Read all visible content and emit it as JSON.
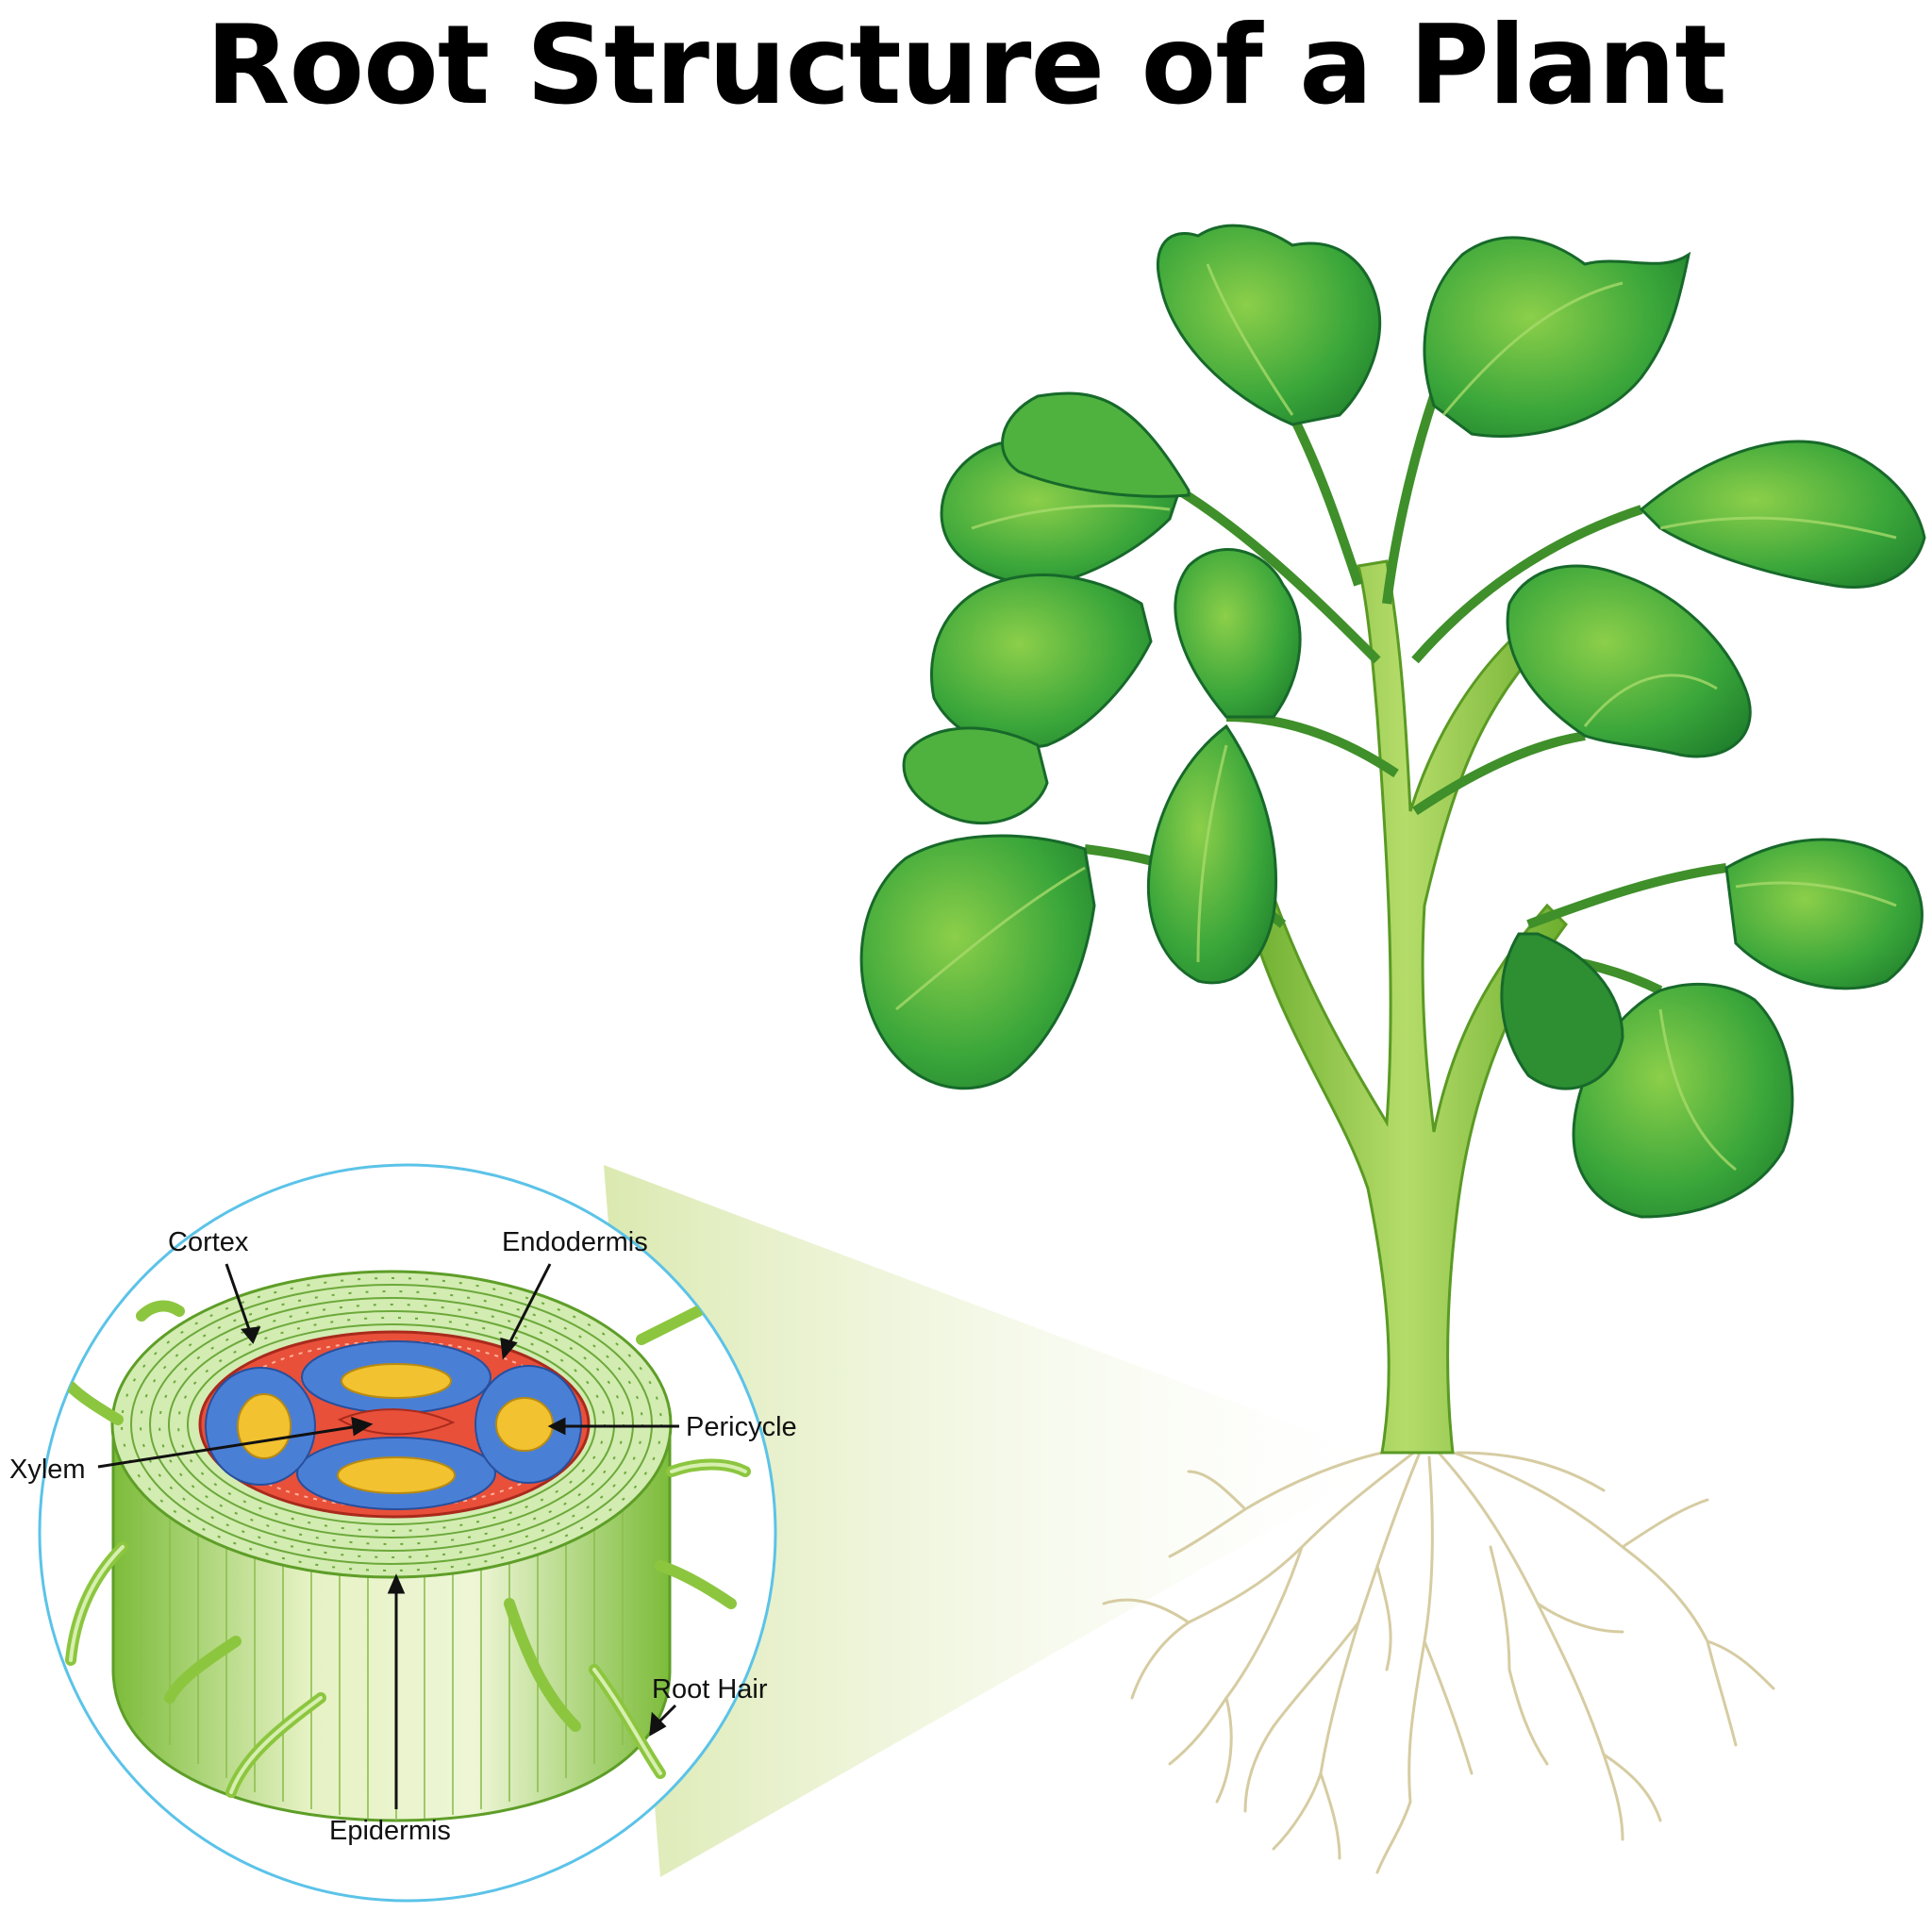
{
  "title": "Root Structure of a Plant",
  "labels": {
    "cortex": "Cortex",
    "endodermis": "Endodermis",
    "pericycle": "Pericycle",
    "xylem": "Xylem",
    "root_hair": "Root Hair",
    "epidermis": "Epidermis"
  },
  "colors": {
    "leaf_dark": "#1f8a2e",
    "leaf_mid": "#3aa63a",
    "leaf_light": "#7cc242",
    "stem": "#8cc63f",
    "root_line": "#d8cfa8",
    "zoom_beam": "#e9f2c9",
    "circle_outline": "#5bc3e8",
    "cortex_cells": "#c9e7a6",
    "endodermis_red": "#e8503a",
    "phloem_blue": "#4a7fd6",
    "xylem_yellow": "#f2c230",
    "epidermis_green": "#8cc63f"
  }
}
